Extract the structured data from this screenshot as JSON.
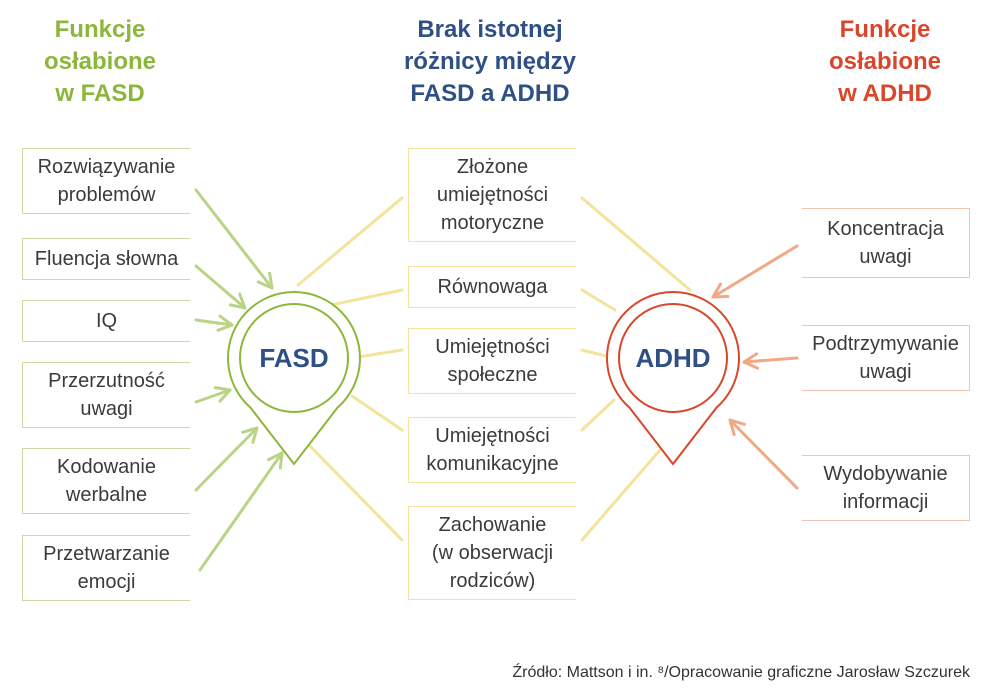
{
  "colors": {
    "green": "#8db63c",
    "blue": "#2f5086",
    "red": "#d9472b",
    "yellow": "#f2e08a",
    "orange": "#eea982"
  },
  "headers": {
    "left": [
      "Funkcje",
      "osłabione",
      "w FASD"
    ],
    "center": [
      "Brak istotnej",
      "różnicy między",
      "FASD a ADHD"
    ],
    "right": [
      "Funkcje",
      "osłabione",
      "w ADHD"
    ]
  },
  "pins": {
    "fasd": "FASD",
    "adhd": "ADHD"
  },
  "left_items": [
    [
      "Rozwiązywanie",
      "problemów"
    ],
    [
      "Fluencja słowna"
    ],
    [
      "IQ"
    ],
    [
      "Przerzutność",
      "uwagi"
    ],
    [
      "Kodowanie",
      "werbalne"
    ],
    [
      "Przetwarzanie",
      "emocji"
    ]
  ],
  "center_items": [
    [
      "Złożone",
      "umiejętności",
      "motoryczne"
    ],
    [
      "Równowaga"
    ],
    [
      "Umiejętności",
      "społeczne"
    ],
    [
      "Umiejętności",
      "komunikacyjne"
    ],
    [
      "Zachowanie",
      "(w obserwacji",
      "rodziców)"
    ]
  ],
  "right_items": [
    [
      "Koncentracja",
      "uwagi"
    ],
    [
      "Podtrzymywanie",
      "uwagi"
    ],
    [
      "Wydobywanie",
      "informacji"
    ]
  ],
  "source": "Źródło: Mattson i in. ⁸/Opracowanie graficzne Jarosław Szczurek"
}
